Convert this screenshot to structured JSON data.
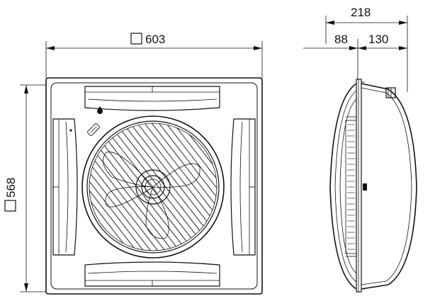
{
  "dimensions": {
    "width_label": "603",
    "height_label": "568",
    "total_depth_label": "218",
    "front_depth_label": "88",
    "rear_depth_label": "130"
  },
  "symbols": {
    "square_mark": "square-symbol",
    "drain_mark": "water-drop-icon"
  },
  "colors": {
    "line": "#111111",
    "background": "#ffffff"
  }
}
